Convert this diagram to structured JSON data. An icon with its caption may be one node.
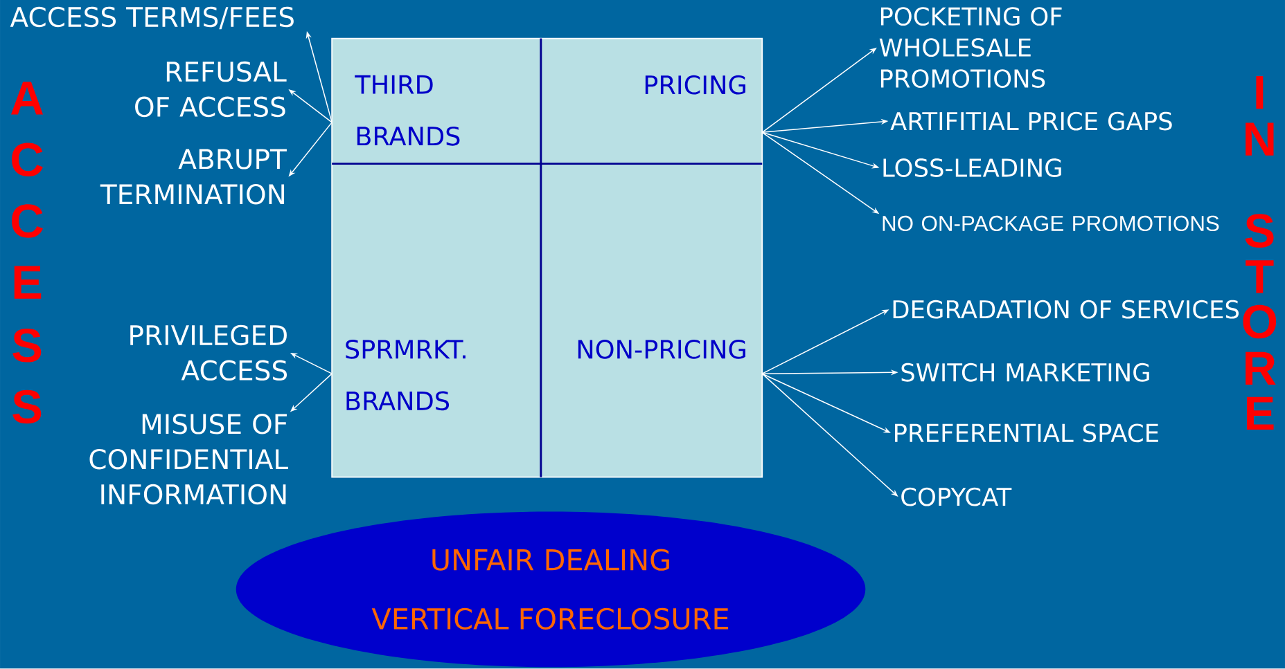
{
  "diagram": {
    "nodes": [
      {
        "text": [
          "THIRD BRANDS"
        ]
      },
      {
        "text": [
          "PRICING"
        ]
      },
      {
        "text": [
          "SPRMRKT. BRANDS"
        ]
      },
      {
        "text": [
          "NON-PRICING"
        ]
      },
      {
        "text": [
          "ACCESS TERMS/FEES"
        ]
      },
      {
        "text": [
          "REFUSAL OF ACCESS"
        ]
      },
      {
        "text": [
          "ABRUPT TERMINATION"
        ]
      },
      {
        "text": [
          "PRIVILEGED ACCESS"
        ]
      },
      {
        "text": [
          "MISUSE OF CONFIDENTIAL INFORMATION"
        ]
      },
      {
        "text": [
          "POCKETING OF WHOLESALE PROMOTIONS"
        ]
      },
      {
        "text": [
          "ARTIFITIAL PRICE GAPS"
        ]
      },
      {
        "text": [
          "LOSS-LEADING"
        ]
      },
      {
        "text": [
          "NO ON-PACKAGE PROMOTIONS"
        ]
      },
      {
        "text": [
          "DEGRADATION OF SERVICES"
        ]
      },
      {
        "text": [
          "SWITCH MARKETING"
        ]
      },
      {
        "text": [
          "PREFERENTIAL SPACE"
        ]
      },
      {
        "text": [
          "COPYCAT"
        ]
      },
      {
        "text": [
          "UNFAIR DEALING",
          "VERTICAL FORECLOSURE"
        ]
      }
    ],
    "edges": [
      {
        "from": 0,
        "to": 4,
        "arrow": "to"
      },
      {
        "from": 0,
        "to": 5,
        "arrow": "to"
      },
      {
        "from": 0,
        "to": 6,
        "arrow": "to"
      },
      {
        "from": 1,
        "to": 9,
        "arrow": "to"
      },
      {
        "from": 1,
        "to": 10,
        "arrow": "to"
      },
      {
        "from": 1,
        "to": 11,
        "arrow": "to"
      },
      {
        "from": 1,
        "to": 12,
        "arrow": "to"
      },
      {
        "from": 2,
        "to": 7,
        "arrow": "to"
      },
      {
        "from": 2,
        "to": 8,
        "arrow": "to"
      },
      {
        "from": 3,
        "to": 13,
        "arrow": "to"
      },
      {
        "from": 3,
        "to": 14,
        "arrow": "to"
      },
      {
        "from": 3,
        "to": 15,
        "arrow": "to"
      },
      {
        "from": 3,
        "to": 16,
        "arrow": "to"
      }
    ],
    "labels": [
      "A",
      "C",
      "C",
      "E",
      "S",
      "S",
      "I",
      "N",
      "S",
      "T",
      "O",
      "R",
      "E"
    ]
  }
}
